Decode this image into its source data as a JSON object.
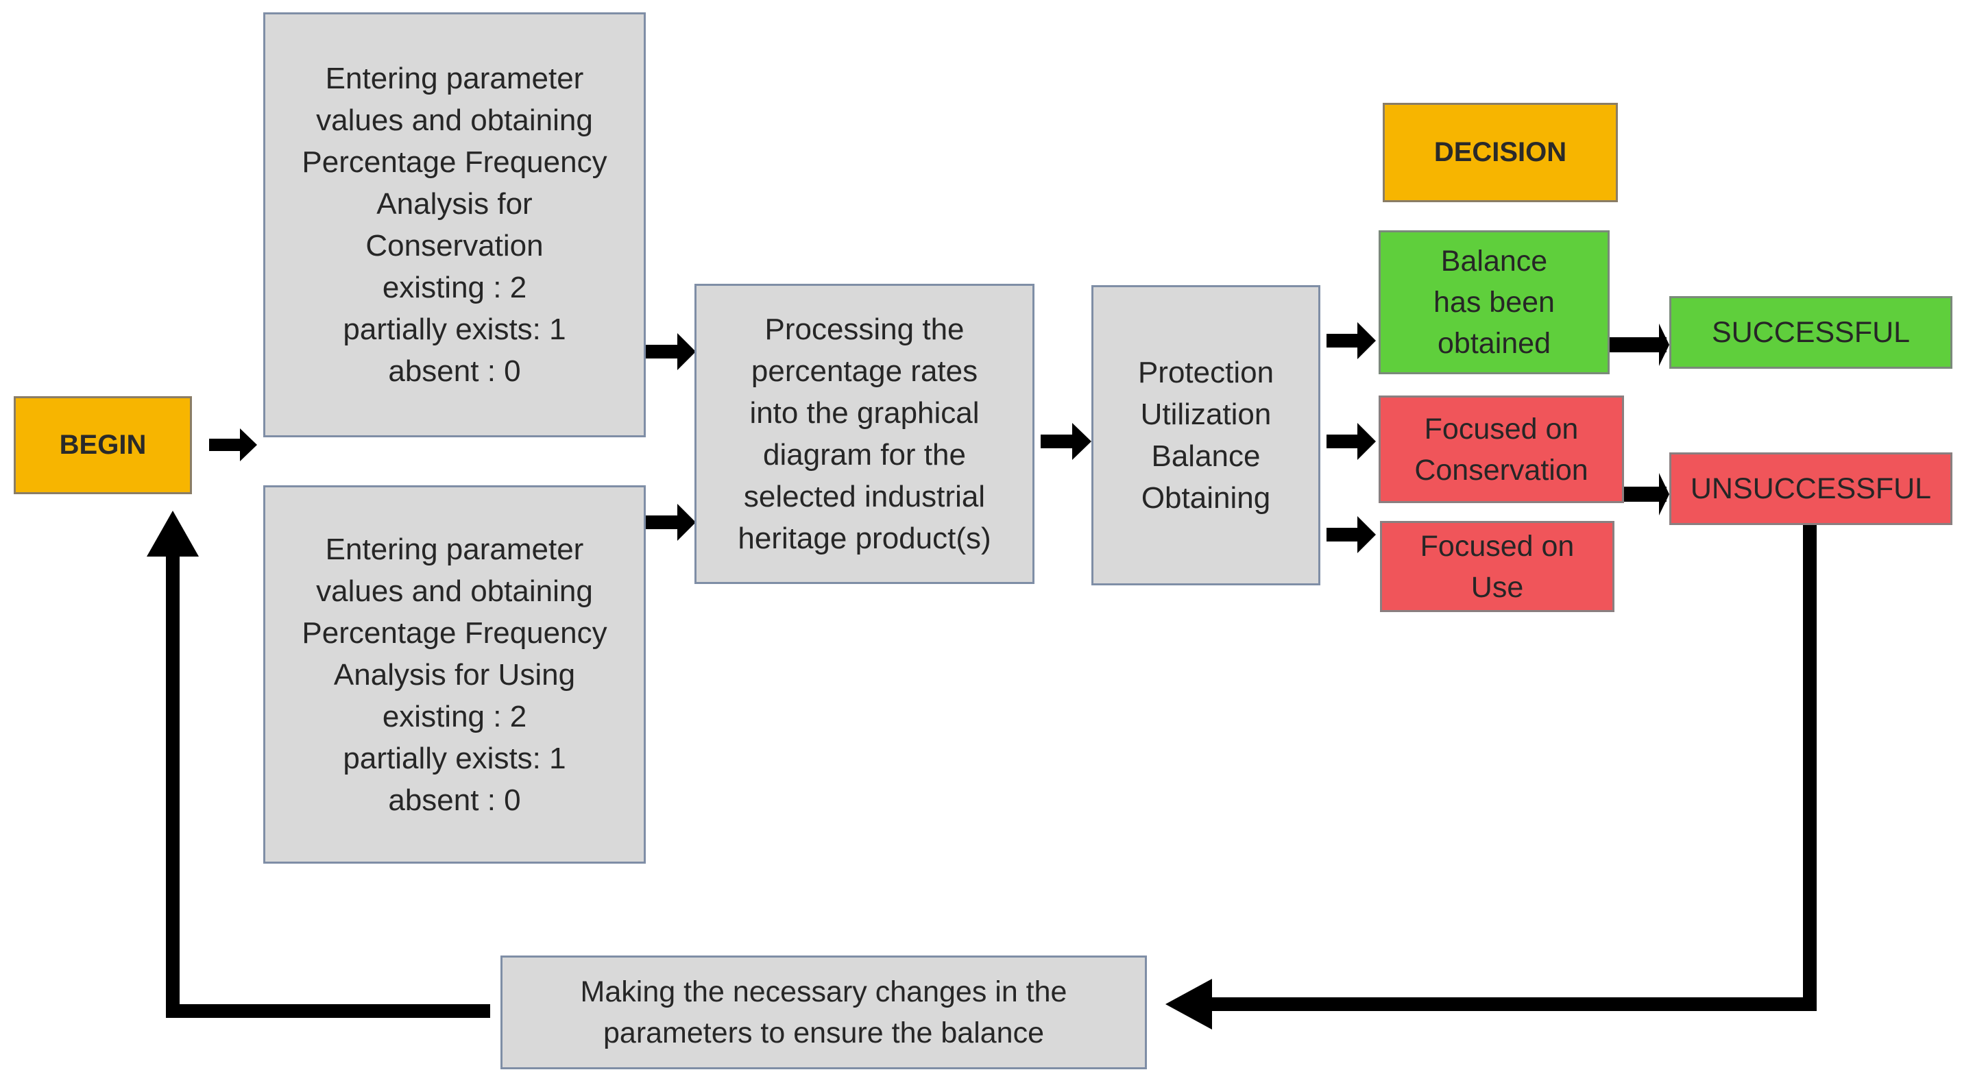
{
  "begin": "BEGIN",
  "decision": "DECISION",
  "conservation_box": {
    "lines": [
      "Entering parameter",
      "values and obtaining",
      "Percentage Frequency",
      "Analysis for",
      "Conservation",
      "existing : 2",
      "partially exists: 1",
      "absent : 0"
    ]
  },
  "using_box": {
    "lines": [
      "Entering parameter",
      "values and obtaining",
      "Percentage Frequency",
      "Analysis for Using",
      "existing : 2",
      "partially exists: 1",
      "absent : 0"
    ]
  },
  "processing_box": {
    "lines": [
      "Processing the",
      "percentage rates",
      "into the graphical",
      "diagram for the",
      "selected industrial",
      "heritage product(s)"
    ]
  },
  "protection_box": {
    "lines": [
      "Protection",
      "Utilization",
      "Balance",
      "Obtaining"
    ]
  },
  "balance_box": {
    "lines": [
      "Balance",
      "has been",
      "obtained"
    ]
  },
  "focused_conservation_box": {
    "lines": [
      "Focused on",
      "Conservation"
    ]
  },
  "focused_use_box": {
    "lines": [
      "Focused on",
      "Use"
    ]
  },
  "successful": "SUCCESSFUL",
  "unsuccessful": "UNSUCCESSFUL",
  "changes_box": {
    "lines": [
      "Making the necessary changes in the",
      "parameters to ensure the balance"
    ]
  },
  "colors": {
    "grey_box": "#d9d9d9",
    "orange_box": "#f7b500",
    "green_box": "#5fcf3c",
    "red_box": "#f0555a",
    "arrow": "#000000"
  }
}
